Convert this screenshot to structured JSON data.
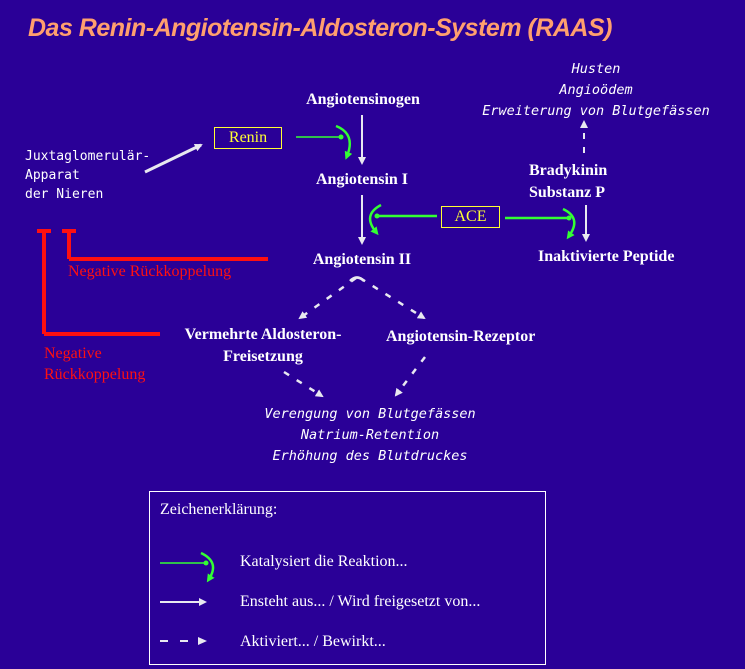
{
  "title": "Das Renin-Angiotensin-Aldosteron-System (RAAS)",
  "colors": {
    "background": "#2a0097",
    "title": "#ff9f6e",
    "enzyme_box": "#ffff33",
    "catalysis": "#33ff33",
    "feedback": "#ff1010",
    "text": "#ffffff"
  },
  "nodes": {
    "juxtaglomerular": [
      "Juxtaglomerulär-",
      "Apparat",
      "der Nieren"
    ],
    "angiotensinogen": "Angiotensinogen",
    "angiotensin1": "Angiotensin I",
    "angiotensin2": "Angiotensin II",
    "aldosterone": [
      "Vermehrte Aldosteron-",
      "Freisetzung"
    ],
    "receptor": "Angiotensin-Rezeptor",
    "bradykinin": [
      "Bradykinin",
      "Substanz P"
    ],
    "inactive_peptides": "Inaktivierte Peptide"
  },
  "enzymes": {
    "renin": "Renin",
    "ace": "ACE"
  },
  "effects": {
    "ace_side": [
      "Husten",
      "Angioödem",
      "Erweiterung von Blutgefässen"
    ],
    "at2": [
      "Verengung von Blutgefässen",
      "Natrium-Retention",
      "Erhöhung des Blutdruckes"
    ]
  },
  "feedback": {
    "upper": "Negative Rückkoppelung",
    "lower": [
      "Negative",
      "Rückkoppelung"
    ]
  },
  "legend": {
    "title": "Zeichenerklärung:",
    "items": [
      {
        "icon": "catalysis-arrow-icon",
        "label": "Katalysiert die Reaktion..."
      },
      {
        "icon": "solid-arrow-icon",
        "label": "Ensteht aus... / Wird freigesetzt von..."
      },
      {
        "icon": "dashed-arrow-icon",
        "label": "Aktiviert... / Bewirkt..."
      }
    ]
  }
}
